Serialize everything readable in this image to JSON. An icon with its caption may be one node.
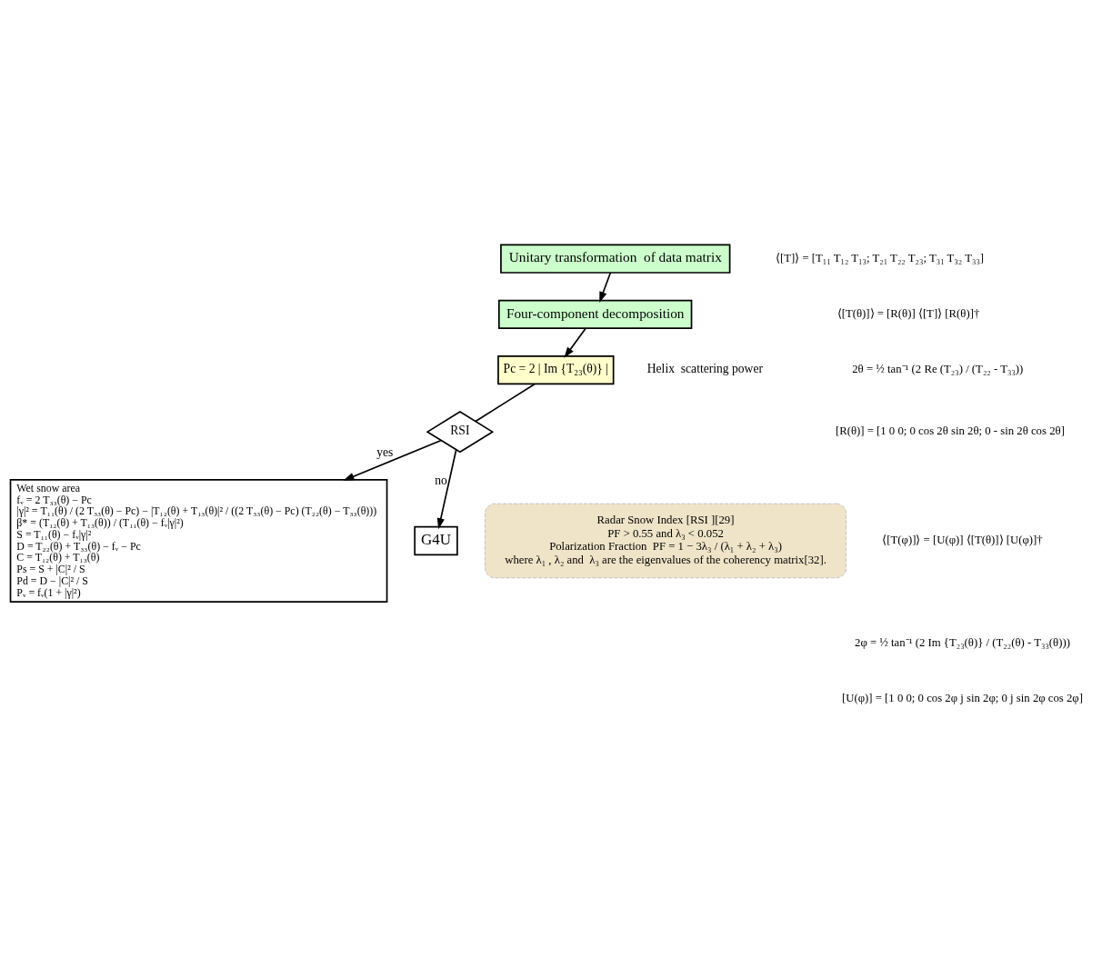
{
  "diagram": {
    "nodes": [
      {
        "text": [
          "Unitary transformation  of data matrix"
        ]
      },
      {
        "text": [
          "Four-component decomposition"
        ]
      },
      {
        "text": [
          "Pc = 2 | Im {T₂₃(θ)} |"
        ],
        "beside": [
          "Helix  scattering power"
        ]
      },
      {
        "text": [
          "RSI"
        ]
      },
      {
        "text": [
          "Wet snow area",
          "fᵥ = 2 T₃₃(θ) − Pc",
          "|γ|² = T₁₁(θ) / (2 T₃₃(θ) − Pc) − |T₁₂(θ) + T₁₃(θ)|² / ((2 T₃₃(θ) − Pc) (T₂₂(θ) − T₃₃(θ)))",
          "β* = (T₁₂(θ) + T₁₃(θ)) / (T₁₁(θ) − fᵥ|γ|²)",
          "S = T₁₁(θ) − fᵥ|γ|²",
          "D = T₂₂(θ) + T₃₃(θ) − fᵥ − Pc",
          "C = T₁₂(θ) + T₁₃(θ)",
          "Ps = S + |C|² / S",
          "Pd = D − |C|² / S",
          "Pᵥ = fᵥ(1 + |γ|²)"
        ]
      },
      {
        "text": [
          "G4U"
        ]
      },
      {
        "text": [
          "Radar Snow Index [RSI ][29]",
          "PF > 0.55 and λ₃ < 0.052",
          "Polarization Fraction  PF = 1 − 3λ₃ / (λ₁ + λ₂ + λ₃)",
          "where λ₁ , λ₂ and  λ₃ are the eigenvalues of the coherency matrix[32]."
        ]
      }
    ],
    "edges": [
      {
        "from": 0,
        "to": 1,
        "arrow": "to"
      },
      {
        "from": 1,
        "to": 2,
        "arrow": "to"
      },
      {
        "from": 2,
        "to": 3,
        "arrow": "none"
      },
      {
        "from": 3,
        "to": 4,
        "arrow": "to",
        "label": "yes"
      },
      {
        "from": 3,
        "to": 5,
        "arrow": "to",
        "label": "no"
      }
    ],
    "labels": [
      "⟨[T]⟩ = [T₁₁ T₁₂ T₁₃; T₂₁ T₂₂ T₂₃; T₃₁ T₃₂ T₃₃]",
      "⟨[T(θ)]⟩ = [R(θ)] ⟨[T]⟩ [R(θ)]†",
      "2θ = ½ tan⁻¹ (2 Re (T₂₃) / (T₂₂ - T₃₃))",
      "[R(θ)] = [1 0 0; 0 cos 2θ sin 2θ; 0 - sin 2θ cos 2θ]",
      "⟨[T(φ)]⟩ = [U(φ)] ⟨[T(θ)]⟩ [U(φ)]†",
      "2φ = ½ tan⁻¹ (2 Im {T₂₃(θ)} / (T₂₂(θ) - T₃₃(θ)))",
      "[U(φ)] = [1 0 0; 0 cos 2φ j sin 2φ; 0 j sin 2φ cos 2φ]"
    ]
  }
}
